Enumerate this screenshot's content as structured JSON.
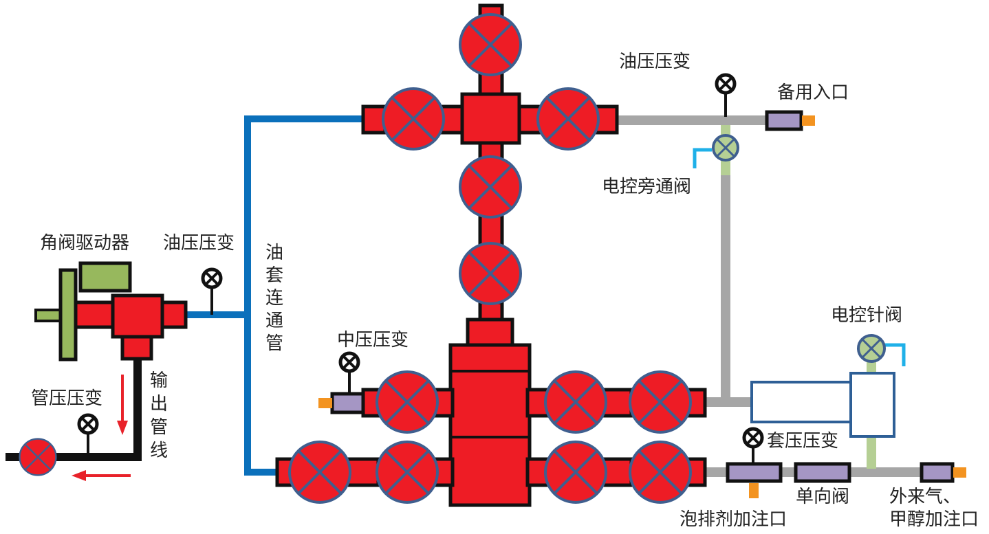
{
  "labels": {
    "angle_valve_actuator": "角阀驱动器",
    "oil_pressure_left": "油压压变",
    "tubing_casing_pipe": [
      "油",
      "套",
      "连",
      "通",
      "管"
    ],
    "output_line": [
      "输",
      "出",
      "管",
      "线"
    ],
    "line_pressure": "管压压变",
    "oil_pressure_top": "油压压变",
    "spare_inlet": "备用入口",
    "bypass_valve": "电控旁通阀",
    "mid_pressure": "中压压变",
    "needle_valve": "电控针阀",
    "casing_pressure": "套压压变",
    "check_valve": "单向阀",
    "foam_inlet": "泡排剂加注口",
    "external_gas_1": "外来气、",
    "external_gas_2": "甲醇加注口"
  },
  "colors": {
    "red": "#ee1c25",
    "blue": "#0b70bb",
    "gray": "#a6a6a6",
    "green": "#b5cf94",
    "purple": "#a596c4",
    "orange": "#f39320"
  }
}
